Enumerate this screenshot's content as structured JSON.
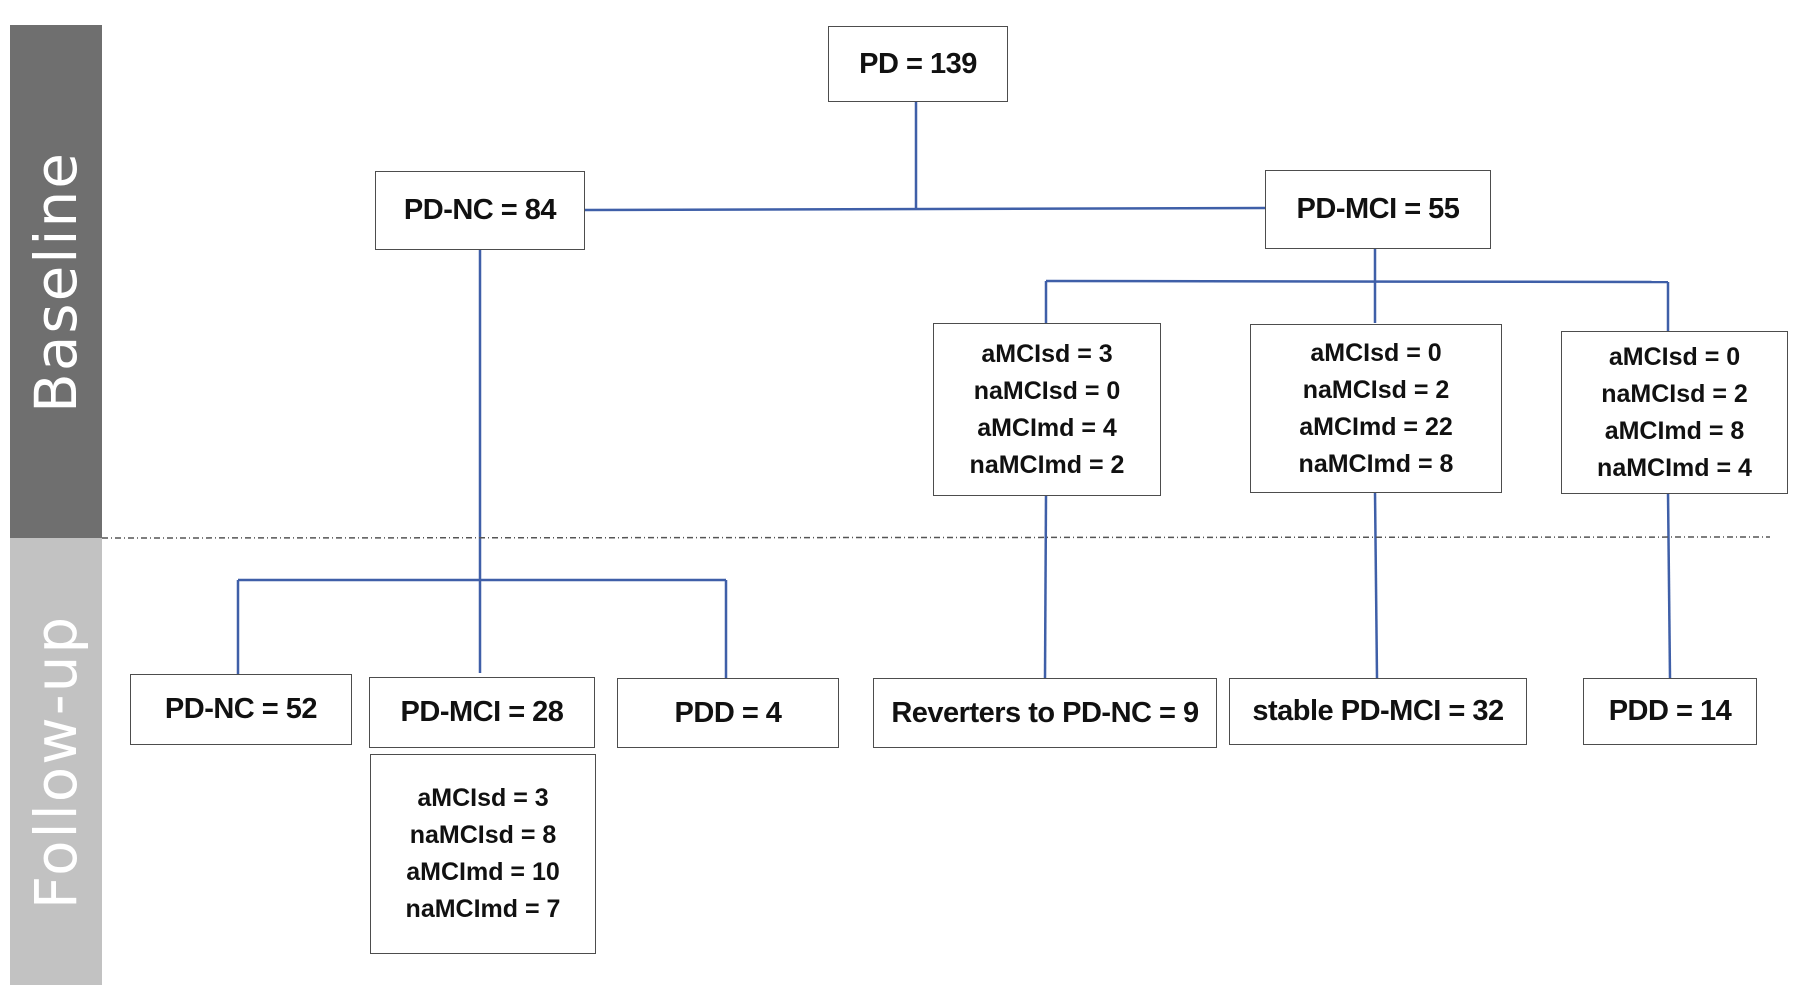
{
  "bands": {
    "baseline": "Baseline",
    "followup": "Follow-up"
  },
  "nodes": {
    "root": "PD = 139",
    "pd_nc": "PD-NC = 84",
    "pd_mci": "PD-MCI = 55",
    "sub1": [
      "aMCIsd = 3",
      "naMCIsd = 0",
      "aMCImd = 4",
      "naMCImd = 2"
    ],
    "sub2": [
      "aMCIsd = 0",
      "naMCIsd = 2",
      "aMCImd = 22",
      "naMCImd = 8"
    ],
    "sub3": [
      "aMCIsd = 0",
      "naMCIsd = 2",
      "aMCImd = 8",
      "naMCImd = 4"
    ],
    "fu_pd_nc": "PD-NC = 52",
    "fu_pd_mci": "PD-MCI = 28",
    "fu_pdd_a": "PDD = 4",
    "reverters": "Reverters to PD-NC = 9",
    "stable": "stable PD-MCI = 32",
    "fu_pdd_b": "PDD = 14",
    "fu_sub": [
      "aMCIsd = 3",
      "naMCIsd = 8",
      "aMCImd = 10",
      "naMCImd = 7"
    ]
  },
  "colors": {
    "connector": "#3f5fa8",
    "baseline_band": "#6f6f6f",
    "followup_band": "#c2c2c2"
  }
}
